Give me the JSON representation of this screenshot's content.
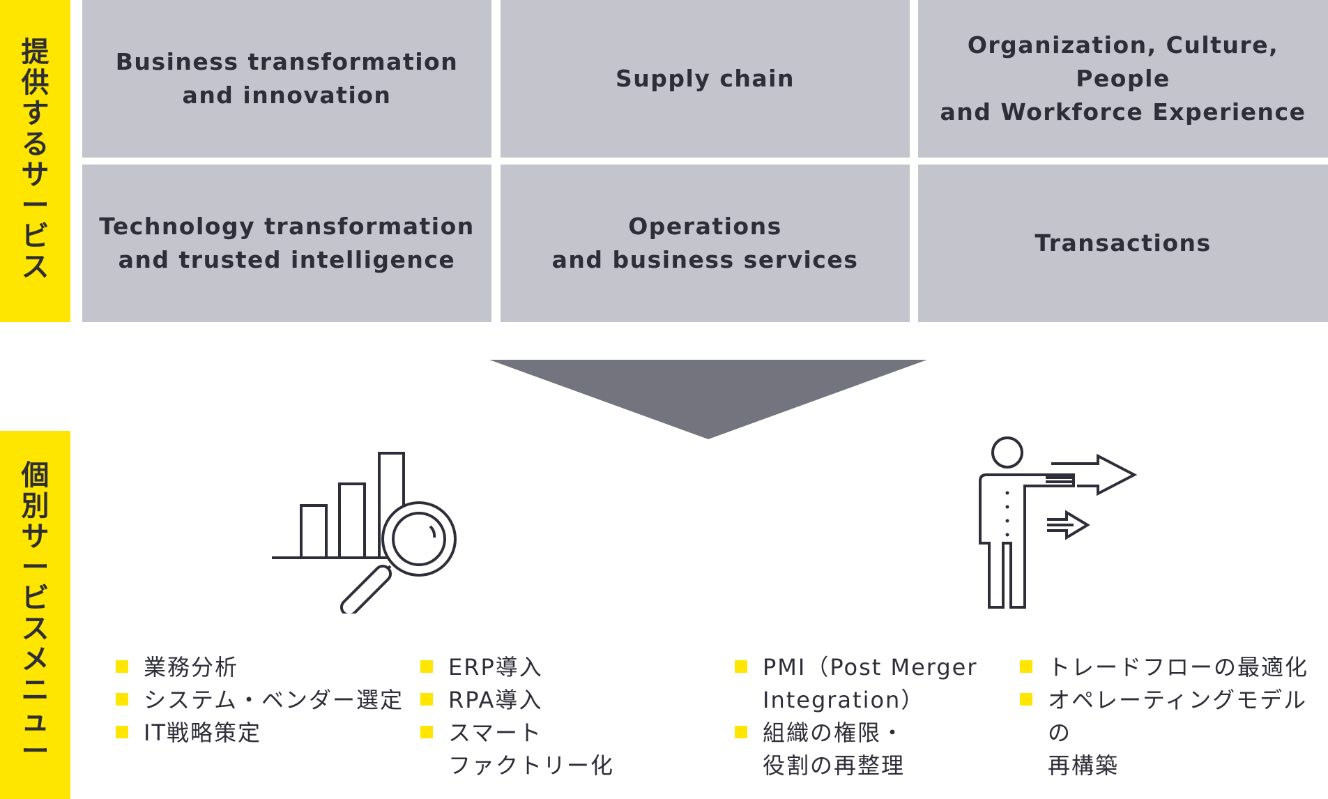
{
  "services_label": "提供するサービス",
  "menu_label": "個別サービスメニュー",
  "services": [
    {
      "label": "Business transformation\nand innovation"
    },
    {
      "label": "Supply chain"
    },
    {
      "label": "Organization, Culture, People\nand Workforce Experience"
    },
    {
      "label": "Technology transformation\nand trusted intelligence"
    },
    {
      "label": "Operations\nand business services"
    },
    {
      "label": "Transactions"
    }
  ],
  "icons": [
    "bar-chart-magnifier-icon",
    "person-pointing-arrows-icon"
  ],
  "menus": [
    [
      "業務分析",
      "システム・ベンダー選定",
      "IT戦略策定"
    ],
    [
      "ERP導入",
      "RPA導入",
      "スマート\nファクトリー化"
    ],
    [
      "PMI（Post Merger\nIntegration）",
      "組織の権限・\n役割の再整理"
    ],
    [
      "トレードフローの最適化",
      "オペレーティングモデルの\n再構築"
    ]
  ],
  "colors": {
    "accent": "#ffe600",
    "cell": "#c4c4cd",
    "arrow": "#74747f",
    "text": "#2e2e38"
  }
}
